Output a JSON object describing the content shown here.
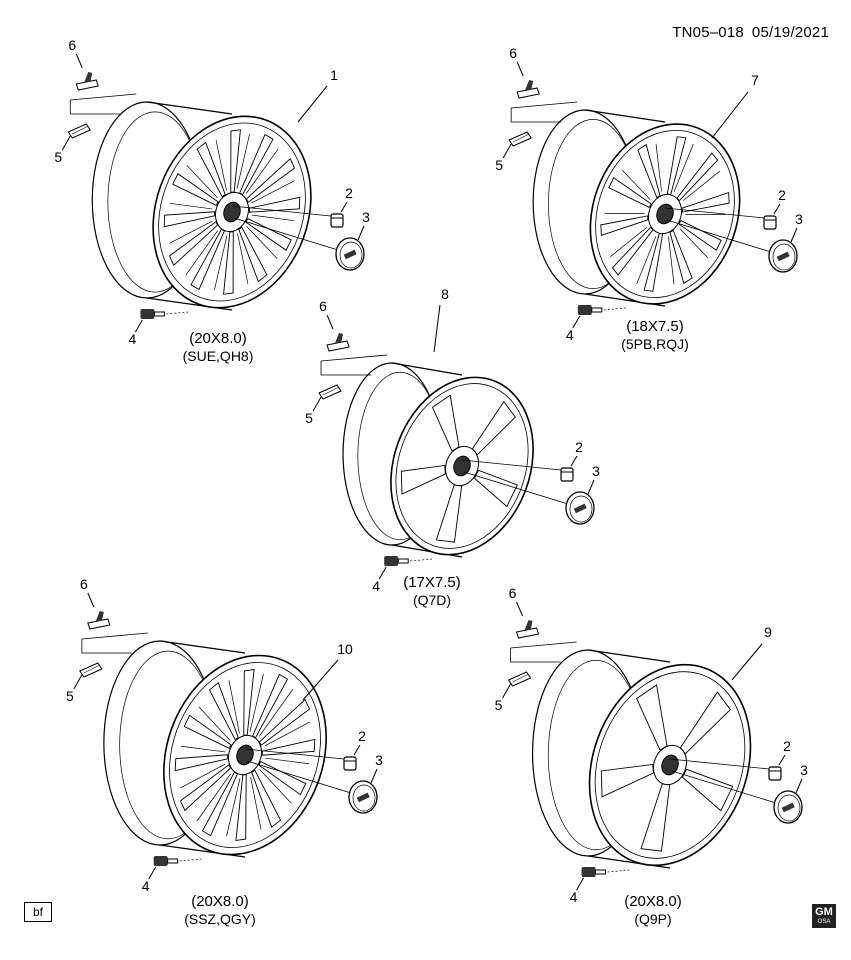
{
  "header": {
    "code": "TN05–018",
    "date": "05/19/2021"
  },
  "footer": {
    "badge": "bf",
    "logo": {
      "primary": "GM",
      "secondary": "OSA"
    }
  },
  "assemblies": [
    {
      "id": "a1",
      "wheel_callout": "1",
      "size": "(20X8.0)",
      "codes": "(SUE,QH8)",
      "style": "split-spoke"
    },
    {
      "id": "a2",
      "wheel_callout": "7",
      "size": "(18X7.5)",
      "codes": "(5PB,RQJ)",
      "style": "v-spoke"
    },
    {
      "id": "a3",
      "wheel_callout": "8",
      "size": "(17X7.5)",
      "codes": "(Q7D)",
      "style": "five-spoke"
    },
    {
      "id": "a4",
      "wheel_callout": "10",
      "size": "(20X8.0)",
      "codes": "(SSZ,QGY)",
      "style": "split-spoke"
    },
    {
      "id": "a5",
      "wheel_callout": "9",
      "size": "(20X8.0)",
      "codes": "(Q9P)",
      "style": "five-spoke"
    }
  ],
  "part_callouts": {
    "lug_nut": "2",
    "center_cap": "3",
    "tpms_valve": "4",
    "balance_weight_adhesive": "5",
    "balance_weight_clip": "6"
  }
}
